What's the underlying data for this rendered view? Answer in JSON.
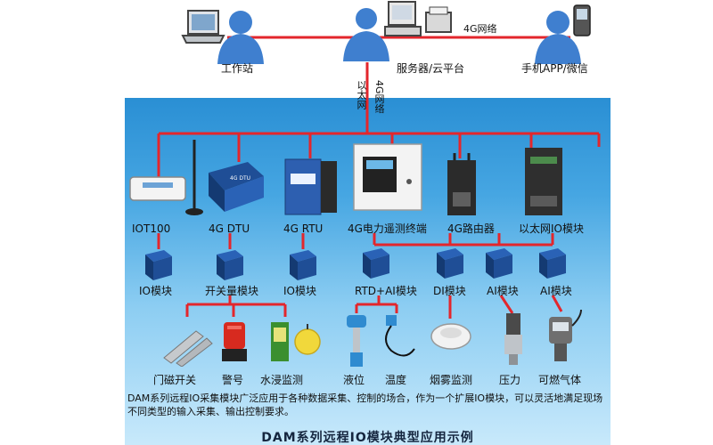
{
  "top": {
    "workstation": "工作站",
    "server": "服务器/云平台",
    "mobile": "手机APP/微信",
    "link_4g": "4G网络",
    "link_eth": "以太网",
    "link_4g_vertical": "4G网络"
  },
  "gateways": [
    "IOT100",
    "4G DTU",
    "4G RTU",
    "4G电力遥测终端",
    "4G路由器",
    "以太网IO模块"
  ],
  "modules": [
    "IO模块",
    "开关量模块",
    "IO模块",
    "RTD+AI模块",
    "DI模块",
    "AI模块",
    "AI模块"
  ],
  "sensors": [
    "门磁开关",
    "警号",
    "水浸监测",
    "液位",
    "温度",
    "烟雾监测",
    "压力",
    "可燃气体"
  ],
  "description": "DAM系列远程IO采集模块广泛应用于各种数据采集、控制的场合，作为一个扩展IO模块，可以灵活地满足现场不同类型的输入采集、输出控制要求。",
  "caption": "DAM系列远程IO模块典型应用示例",
  "colors": {
    "wire": "#e3262c",
    "panel_top": "#2a8fd4",
    "panel_bottom": "#c8e9fb",
    "person": "#3f7fcf"
  }
}
